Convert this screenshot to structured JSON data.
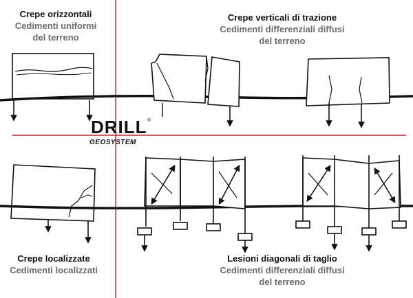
{
  "panels": {
    "top_left": {
      "title": "Crepe orizzontali",
      "subtitle_1": "Cedimenti uniformi",
      "subtitle_2": "del terreno"
    },
    "top_right": {
      "title": "Crepe verticali di trazione",
      "subtitle_1": "Cedimenti differenziali diffusi",
      "subtitle_2": "del terreno"
    },
    "bottom_left": {
      "title": "Crepe localizzate",
      "subtitle_1": "Cedimenti localizzati"
    },
    "bottom_right": {
      "title": "Lesioni diagonali di taglio",
      "subtitle_1": "Cedimenti differenziali diffusi",
      "subtitle_2": "del terreno"
    }
  },
  "logo": {
    "word": "DRILL",
    "sub": "GEOSYSTEM",
    "reg": "®"
  },
  "colors": {
    "divider": "#d21f26",
    "ink": "#111111",
    "subtitle": "#6b6b6b"
  }
}
